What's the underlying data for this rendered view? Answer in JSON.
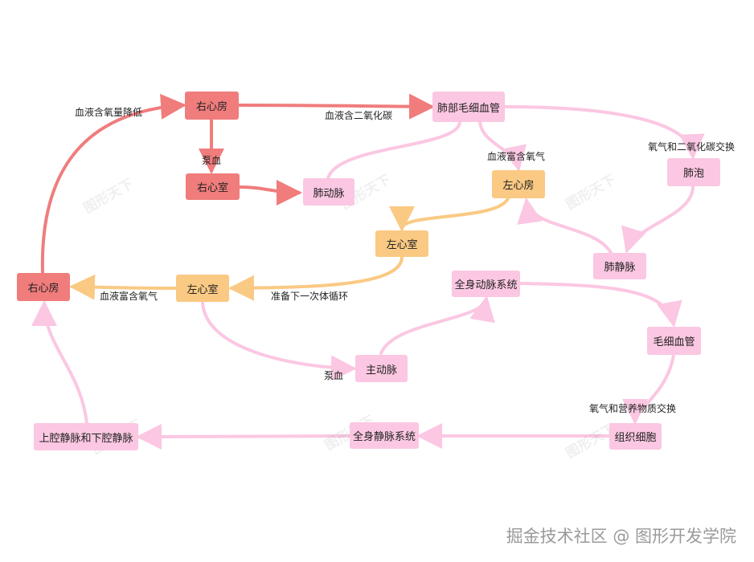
{
  "nodes": {
    "right_atrium_top": "右心房",
    "right_ventricle": "右心室",
    "pulmonary_artery": "肺动脉",
    "pulmonary_capillaries": "肺部毛细血管",
    "alveoli": "肺泡",
    "left_atrium_top": "左心房",
    "left_ventricle_mid": "左心室",
    "pulmonary_vein": "肺静脉",
    "right_atrium_left": "右心房",
    "left_ventricle_low": "左心室",
    "systemic_arteries": "全身动脉系统",
    "aorta": "主动脉",
    "capillaries": "毛细血管",
    "tissue_cells": "组织细胞",
    "systemic_veins": "全身静脉系统",
    "vena_cava": "上腔静脉和下腔静脉"
  },
  "edge_labels": {
    "oxygen_reduced": "血液含氧量降低",
    "pump_right": "泵血",
    "blood_co2": "血液含二氧化碳",
    "blood_rich_o2_top": "血液富含氧气",
    "gas_exchange": "氧气和二氧化碳交换",
    "next_cycle": "准备下一次体循环",
    "blood_rich_o2_left": "血液富含氧气",
    "pump_left": "泵血",
    "nutrient_exchange": "氧气和营养物质交换"
  },
  "watermark": "图形天下",
  "footer": "掘金技术社区 @ 图形开发学院",
  "colors": {
    "red": "#f07c7c",
    "orange": "#fac983",
    "pink": "#fbc7e2"
  }
}
